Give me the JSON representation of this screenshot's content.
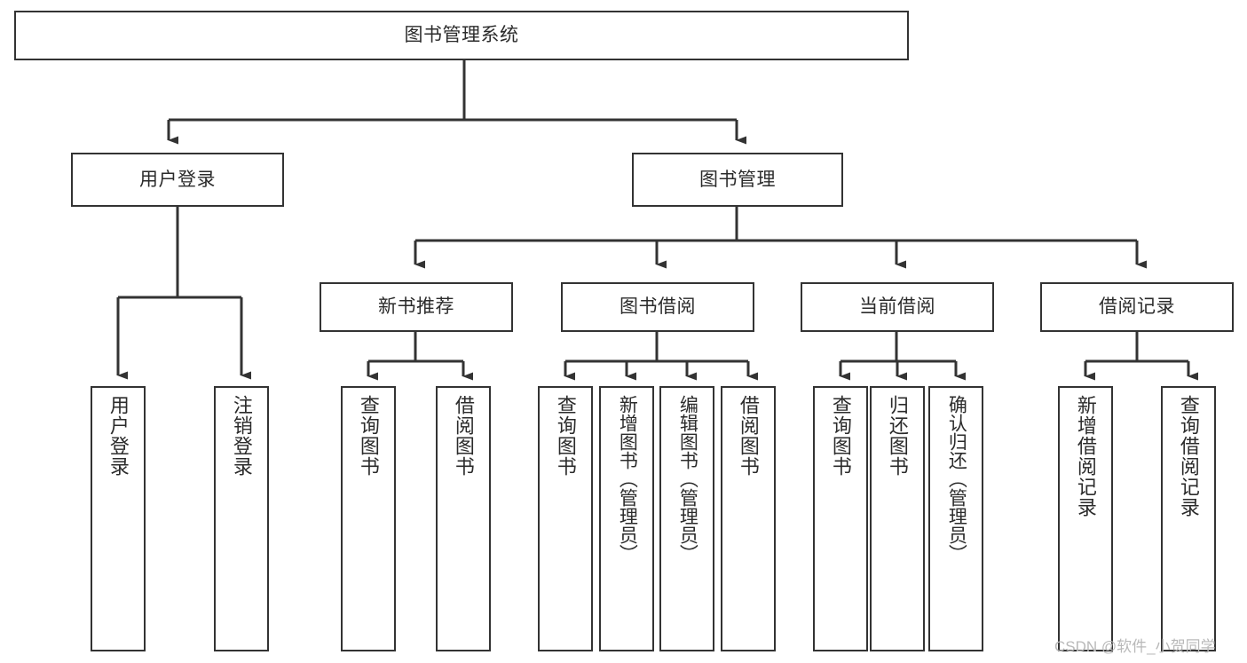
{
  "diagram": {
    "title": "图书管理系统",
    "type": "tree-hierarchy-chart",
    "root": {
      "label": "图书管理系统"
    },
    "level2": [
      {
        "label": "用户登录"
      },
      {
        "label": "图书管理"
      }
    ],
    "level3": [
      {
        "label": "新书推荐"
      },
      {
        "label": "图书借阅"
      },
      {
        "label": "当前借阅"
      },
      {
        "label": "借阅记录"
      }
    ],
    "leaves": {
      "user_login": [
        {
          "label": "用户登录"
        },
        {
          "label": "注销登录"
        }
      ],
      "new_book_recommend": [
        {
          "label": "查询图书"
        },
        {
          "label": "借阅图书"
        }
      ],
      "book_borrow": [
        {
          "label": "查询图书"
        },
        {
          "label": "新增图书（管理员）"
        },
        {
          "label": "编辑图书（管理员）"
        },
        {
          "label": "借阅图书"
        }
      ],
      "current_borrow": [
        {
          "label": "查询图书"
        },
        {
          "label": "归还图书"
        },
        {
          "label": "确认归还（管理员）"
        }
      ],
      "borrow_record": [
        {
          "label": "新增借阅记录"
        },
        {
          "label": "查询借阅记录"
        }
      ]
    }
  },
  "watermark": {
    "text": "CSDN @软件_小贺同学"
  },
  "colors": {
    "stroke": "#333333",
    "text": "#2b2b2b",
    "background": "#ffffff",
    "watermark": "#b9b9b9"
  }
}
